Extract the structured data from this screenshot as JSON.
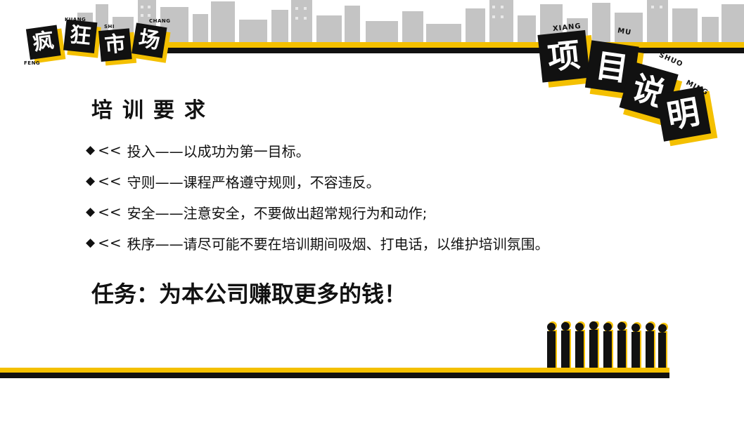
{
  "logo_tiles": [
    "疯",
    "狂",
    "市",
    "场"
  ],
  "logo_small_labels": [
    "FENG",
    "KUANG",
    "SHI",
    "CHANG"
  ],
  "title_tiles": [
    "项",
    "目",
    "说",
    "明"
  ],
  "title_pinyin": [
    "XIANG",
    "MU",
    "SHUO",
    "MING"
  ],
  "section": {
    "heading": "培训要求",
    "bullet_symbol": "◆",
    "bullet_arrows": "<<",
    "rules": [
      {
        "text": "投入——以成功为第一目标。"
      },
      {
        "text": "守则——课程严格遵守规则，不容违反。"
      },
      {
        "text": "安全——注意安全，不要做出超常规行为和动作;"
      },
      {
        "text": "秩序——请尽可能不要在培训期间吸烟、打电话，以维护培训氛围。"
      }
    ]
  },
  "mission": "任务：为本公司赚取更多的钱！",
  "colors": {
    "accent": "#f4c000",
    "dark": "#111111",
    "skyline": "#b8b8b8"
  }
}
